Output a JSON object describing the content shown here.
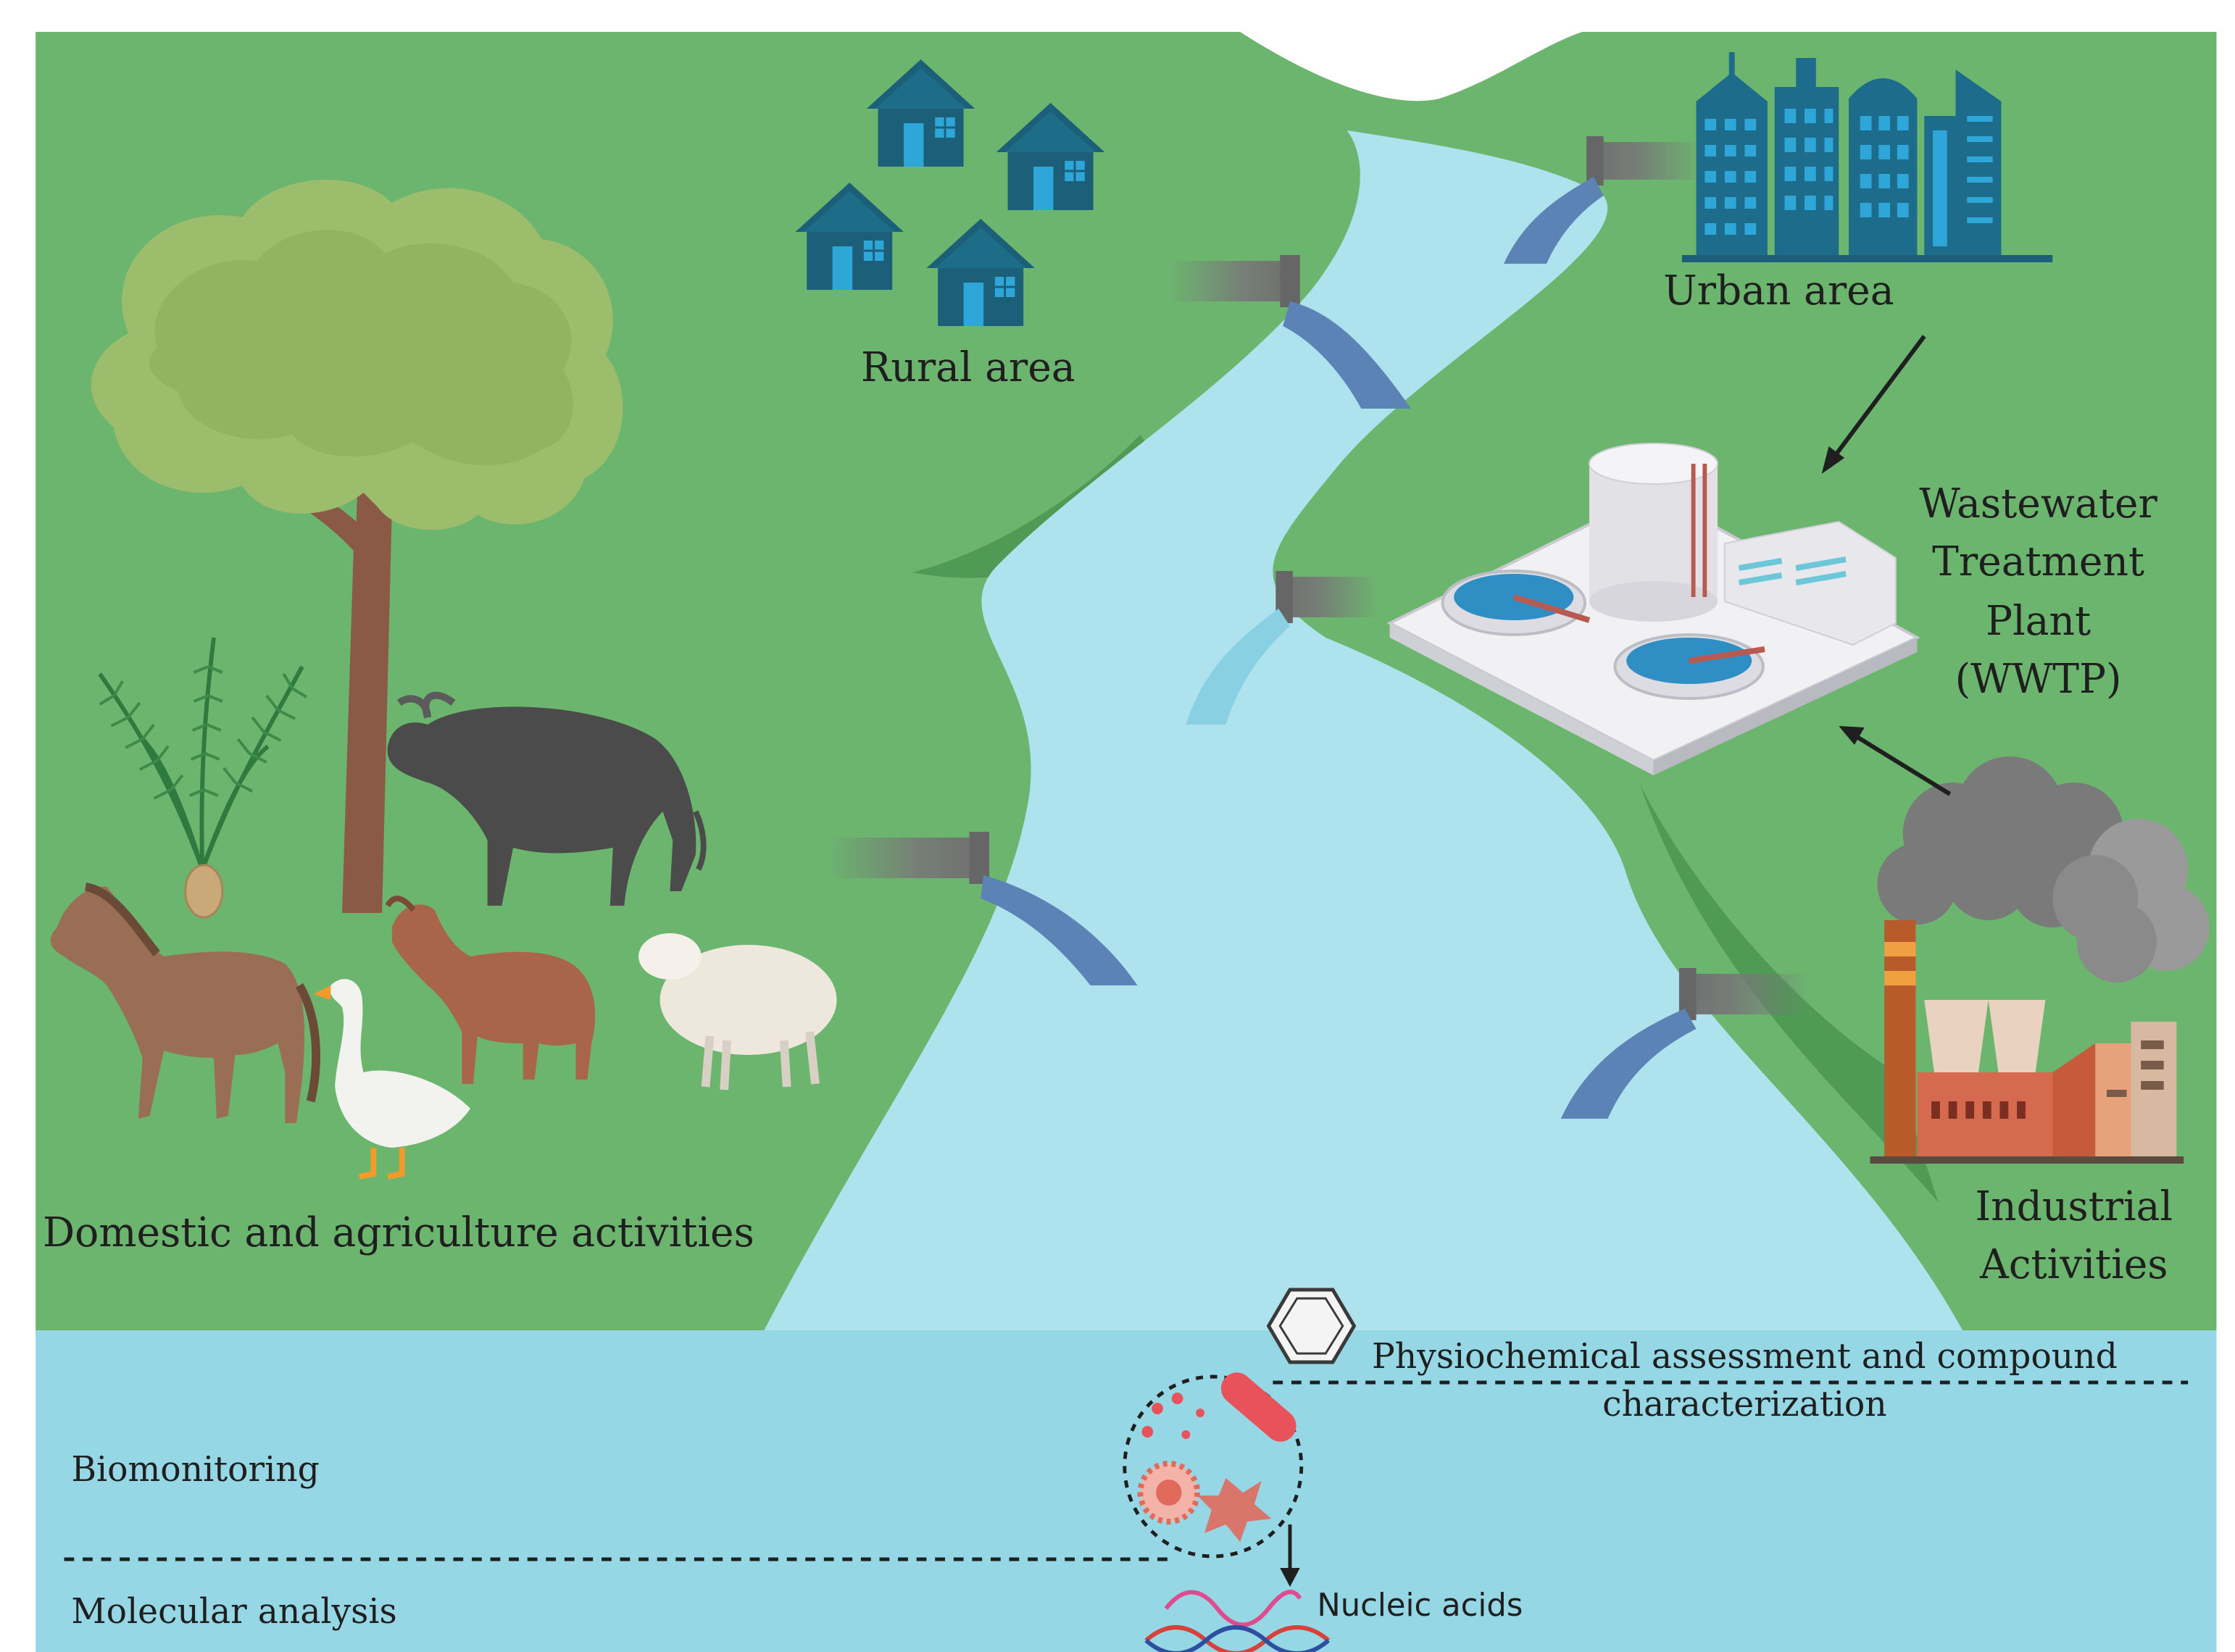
{
  "labels": {
    "rural_area": "Rural area",
    "urban_area": "Urban area",
    "wwtp_line1": "Wastewater",
    "wwtp_line2": "Treatment",
    "wwtp_line3": "Plant",
    "wwtp_line4": "(WWTP)",
    "domestic": "Domestic and agriculture activities",
    "industrial_line1": "Industrial",
    "industrial_line2": "Activities",
    "physio_line1": "Physiochemical assessment and compound",
    "physio_line2": "characterization",
    "biomonitoring": "Biomonitoring",
    "molecular": "Molecular analysis",
    "nucleic": "Nucleic acids"
  },
  "colors": {
    "land": "#6cb56f",
    "land_dark": "#4f9a55",
    "river": "#aee3ee",
    "water_panel": "#95d7e5",
    "house": "#1b5f78",
    "building": "#1d6c8c",
    "pipe": "#777777",
    "outflow": "#5c83b5"
  },
  "icons": [
    "house-icon",
    "building-icon",
    "tree-icon",
    "palm-icon",
    "buffalo-icon",
    "horse-icon",
    "goose-icon",
    "goat-icon",
    "sheep-icon",
    "wwtp-icon",
    "factory-icon",
    "smoke-icon",
    "benzene-icon",
    "microbe-icon",
    "dna-icon",
    "pipe-icon",
    "arrow-icon"
  ]
}
